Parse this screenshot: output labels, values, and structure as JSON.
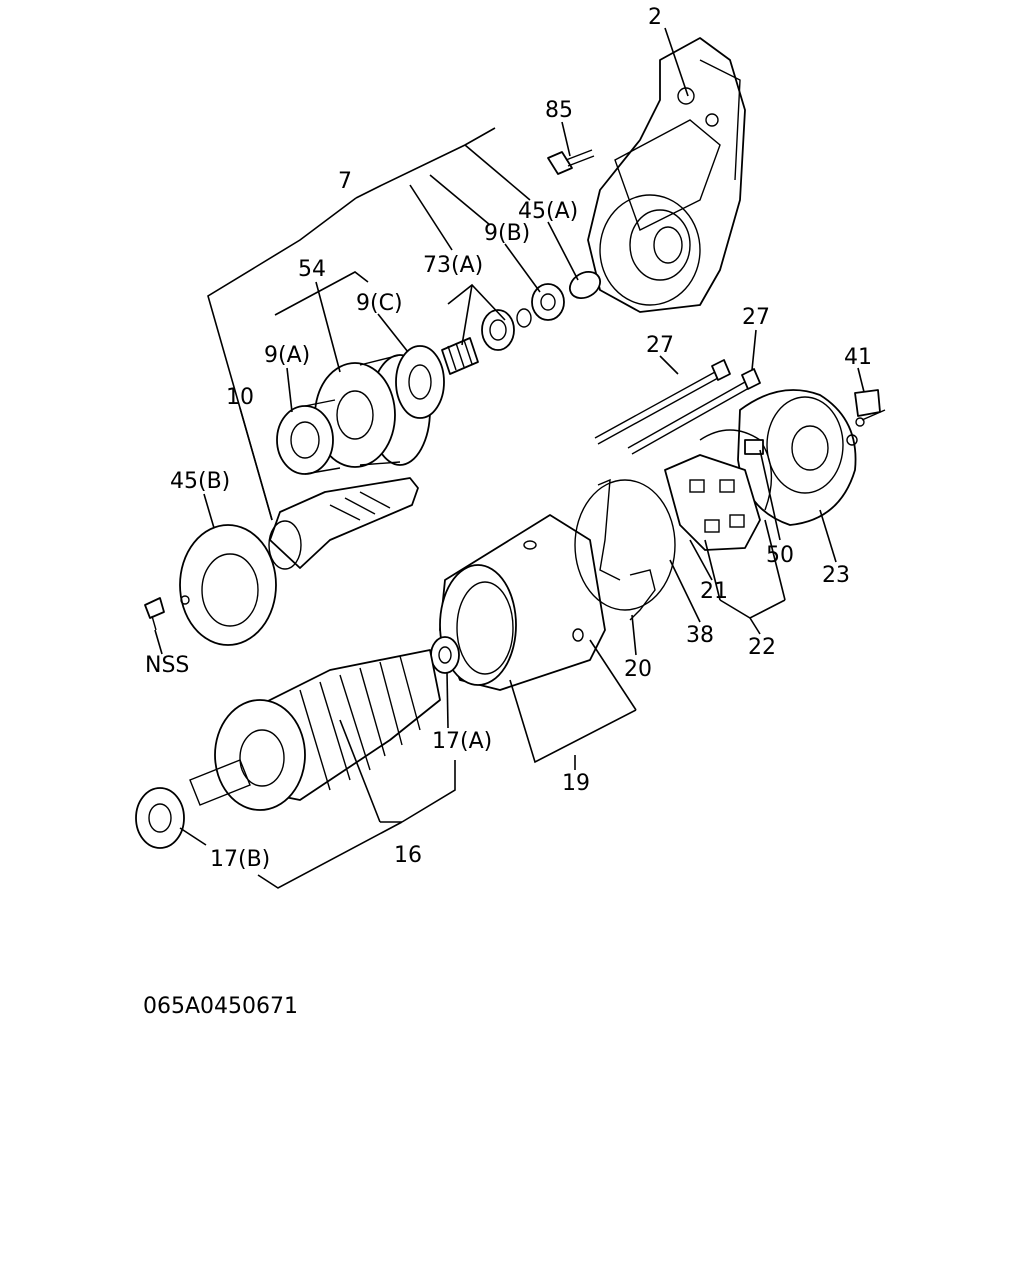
{
  "diagram": {
    "labels": {
      "p2": "2",
      "p85": "85",
      "p7": "7",
      "p45a": "45(A)",
      "p9b": "9(B)",
      "p73a": "73(A)",
      "p54": "54",
      "p9c": "9(C)",
      "p9a": "9(A)",
      "p10": "10",
      "p45b": "45(B)",
      "pnss": "NSS",
      "p27a": "27",
      "p27b": "27",
      "p41": "41",
      "p50": "50",
      "p23": "23",
      "p21": "21",
      "p38": "38",
      "p22": "22",
      "p20": "20",
      "p17a": "17(A)",
      "p19": "19",
      "p16": "16",
      "p17b": "17(B)"
    },
    "drawing_code": "065A0450671"
  }
}
